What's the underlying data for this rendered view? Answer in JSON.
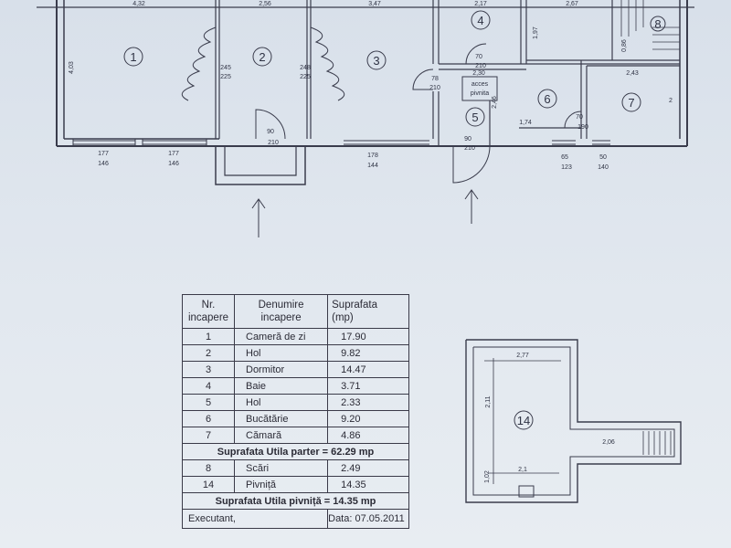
{
  "plan": {
    "rooms": [
      {
        "num": "1"
      },
      {
        "num": "2"
      },
      {
        "num": "3"
      },
      {
        "num": "4"
      },
      {
        "num": "5"
      },
      {
        "num": "6"
      },
      {
        "num": "7"
      },
      {
        "num": "8"
      },
      {
        "num": "14"
      }
    ],
    "dims": {
      "top1": "4,32",
      "top2": "2,56",
      "top3": "3,47",
      "top4": "2,17",
      "top5": "2,67",
      "left": "4,03",
      "d197": "1,97",
      "d243": "2,43",
      "d174": "1,74",
      "d086": "0,86",
      "d246": "2,46",
      "d230": "2,30",
      "d2": "2",
      "cellar_w": "2,77",
      "cellar_h": "2,11",
      "cellar_stair": "2,06",
      "cellar_bottom": "2,1",
      "cellar_small": "1,02"
    },
    "openings": {
      "o245": "245",
      "o225a": "225",
      "o248": "248",
      "o225b": "225",
      "o90a": "90",
      "o210a": "210",
      "o70a": "70",
      "o210b": "210",
      "o78": "78",
      "o210c": "210",
      "o90b": "90",
      "o210d": "210",
      "o70b": "70",
      "o190": "190",
      "w177a": "177",
      "w146a": "146",
      "w177b": "177",
      "w146b": "146",
      "w178": "178",
      "w144": "144",
      "w65": "65",
      "w123": "123",
      "w50": "50",
      "w140": "140"
    },
    "acces_line1": "acces",
    "acces_line2": "pivnita"
  },
  "table": {
    "headers": [
      "Nr.\nincapere",
      "Denumire\nincapere",
      "Suprafata\n(mp)"
    ],
    "rows_ground": [
      {
        "nr": "1",
        "name": "Cameră de zi",
        "area": "17.90"
      },
      {
        "nr": "2",
        "name": "Hol",
        "area": "9.82"
      },
      {
        "nr": "3",
        "name": "Dormitor",
        "area": "14.47"
      },
      {
        "nr": "4",
        "name": "Baie",
        "area": "3.71"
      },
      {
        "nr": "5",
        "name": "Hol",
        "area": "2.33"
      },
      {
        "nr": "6",
        "name": "Bucătărie",
        "area": "9.20"
      },
      {
        "nr": "7",
        "name": "Cămară",
        "area": "4.86"
      }
    ],
    "sum_ground": "Suprafata Utila parter = 62.29 mp",
    "rows_cellar": [
      {
        "nr": "8",
        "name": "Scări",
        "area": "2.49"
      },
      {
        "nr": "14",
        "name": "Pivniță",
        "area": "14.35"
      }
    ],
    "sum_cellar": "Suprafata Utila pivniță = 14.35 mp",
    "executant": "Executant,",
    "date": "Data: 07.05.2011"
  }
}
